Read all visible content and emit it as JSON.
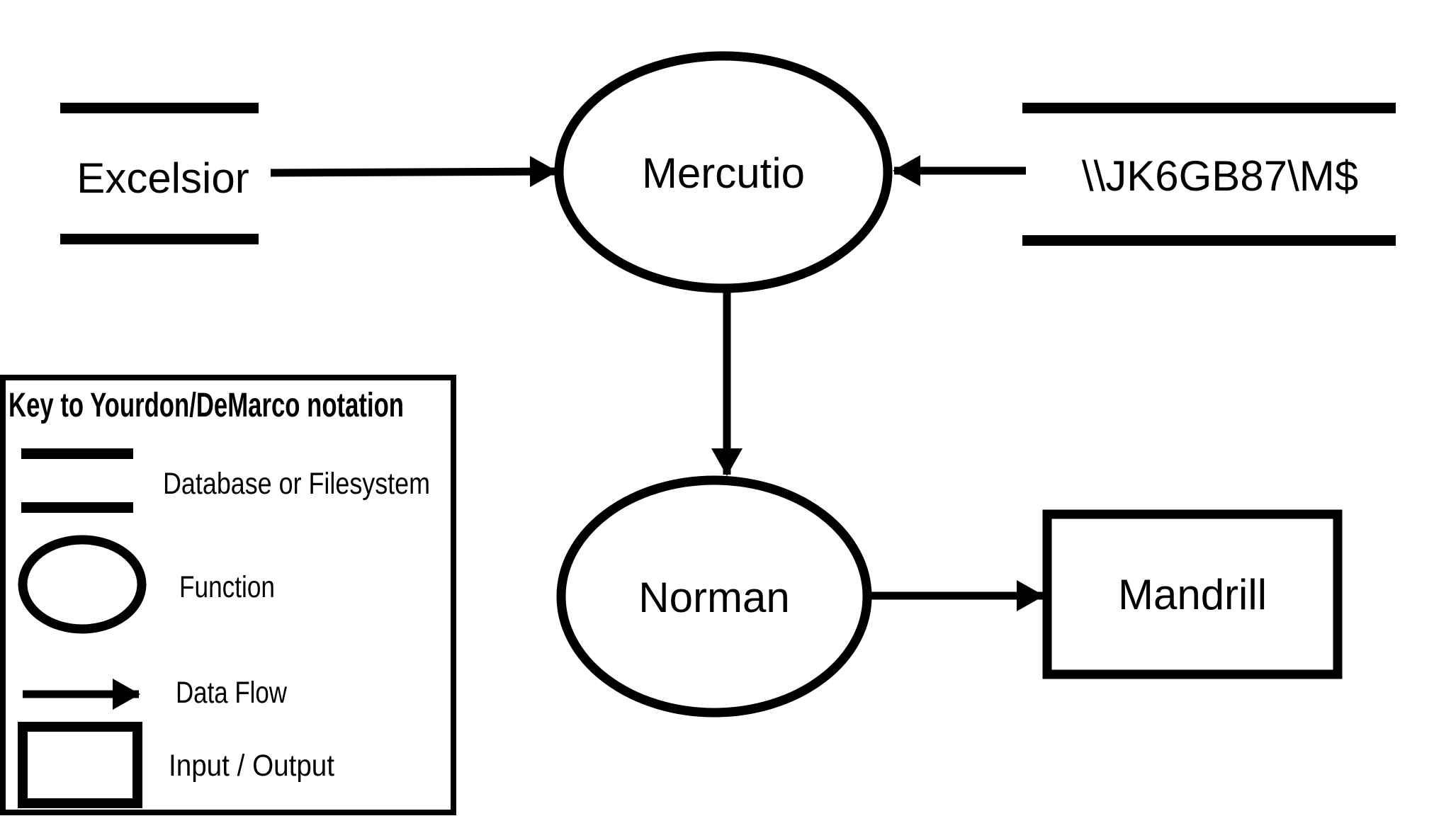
{
  "colors": {
    "ink": "#000000",
    "paper": "#ffffff"
  },
  "diagram": {
    "type": "dataflow-diagram",
    "notation": "Yourdon/DeMarco",
    "nodes": {
      "excelsior": {
        "label": "Excelsior",
        "kind": "database-or-filesystem"
      },
      "mercutio": {
        "label": "Mercutio",
        "kind": "function"
      },
      "share": {
        "label": "\\\\JK6GB87\\M$",
        "kind": "database-or-filesystem"
      },
      "norman": {
        "label": "Norman",
        "kind": "function"
      },
      "mandrill": {
        "label": "Mandrill",
        "kind": "input-output"
      }
    },
    "flows": [
      {
        "from": "Excelsior",
        "to": "Mercutio"
      },
      {
        "from": "\\\\JK6GB87\\M$",
        "to": "Mercutio"
      },
      {
        "from": "Mercutio",
        "to": "Norman"
      },
      {
        "from": "Norman",
        "to": "Mandrill"
      }
    ]
  },
  "legend": {
    "title": "Key to Yourdon/DeMarco notation",
    "items": [
      {
        "symbol": "datastore",
        "label": "Database or Filesystem"
      },
      {
        "symbol": "function",
        "label": "Function"
      },
      {
        "symbol": "data-flow",
        "label": "Data Flow"
      },
      {
        "symbol": "input-output",
        "label": "Input / Output"
      }
    ]
  }
}
